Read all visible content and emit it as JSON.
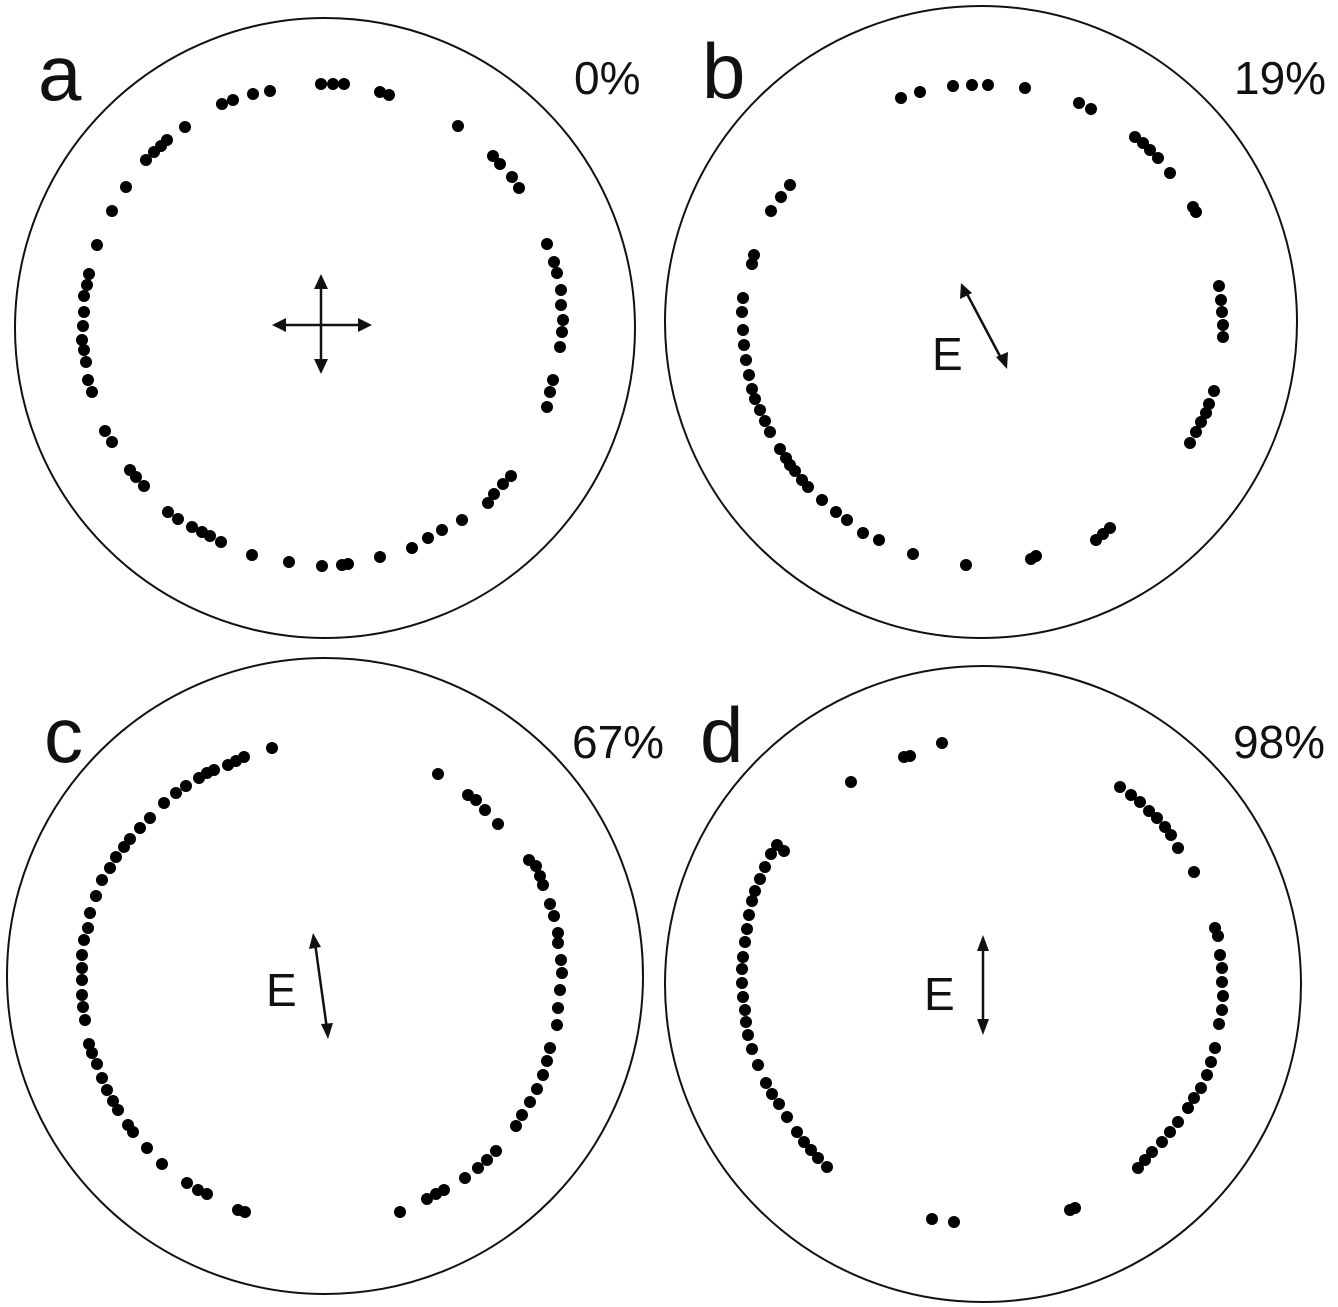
{
  "panels": [
    {
      "id": "a",
      "letter": "a",
      "percent": "0%",
      "field": "",
      "field_angle_deg": null
    },
    {
      "id": "b",
      "letter": "b",
      "percent": "19%",
      "field": "E",
      "field_angle_deg": 150
    },
    {
      "id": "c",
      "letter": "c",
      "percent": "67%",
      "field": "E",
      "field_angle_deg": 170
    },
    {
      "id": "d",
      "letter": "d",
      "percent": "98%",
      "field": "E",
      "field_angle_deg": 180
    }
  ],
  "colors": {
    "dots": "#000000",
    "outline": "#111111",
    "background": "#ffffff"
  }
}
